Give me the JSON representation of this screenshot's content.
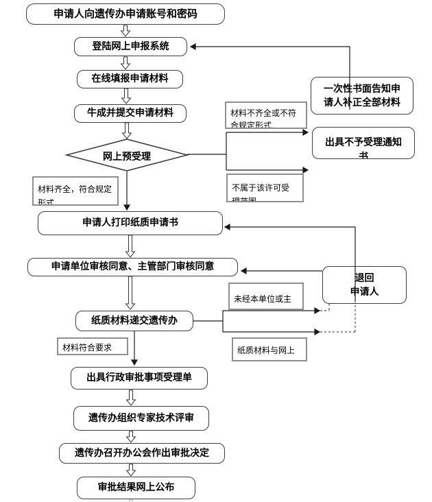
{
  "nodes": {
    "account": "申请人向遗传办申请账号和密码",
    "login": "登陆网上申报系统",
    "fill_online": "在线填报申请材料",
    "generate_submit": "牛成并提交申请材料",
    "pre_accept": "网上预受理",
    "print_paper": "申请人打印纸质申请书",
    "unit_approve": "申请单位审核同意、主管部门审核同意",
    "submit_paper": "纸质材料递交遗传办",
    "acceptance_form": "出具行政审批事项受理单",
    "expert_review": "遗传办组织专家技术评审",
    "decision": "遗传办召开办公会作出审批决定",
    "publish": "审批结果网上公布",
    "notify_correct": "一次性书面告知申\n请人补正全部材料",
    "reject_notice": "出具不予受理通知\n书",
    "return_applicant": "退回\n申请人"
  },
  "labels": {
    "complete": "材料齐全，符合规定\n形式",
    "incomplete": "材料不齐全或不符\n合规定形式",
    "not_in_scope": "不属于该许可受\n理范围",
    "not_approved": "未经本单位或主\n管部门审核同意",
    "paper_vs_online": "纸质材料与网上",
    "meets_req": "材料符合要求"
  },
  "colors": {
    "node_border": "#3d3d3d",
    "label_border": "#8f8f8f",
    "connector": "#1a1a1a",
    "dashed": "#555555",
    "faded_arrow": "#b3b3b3"
  }
}
